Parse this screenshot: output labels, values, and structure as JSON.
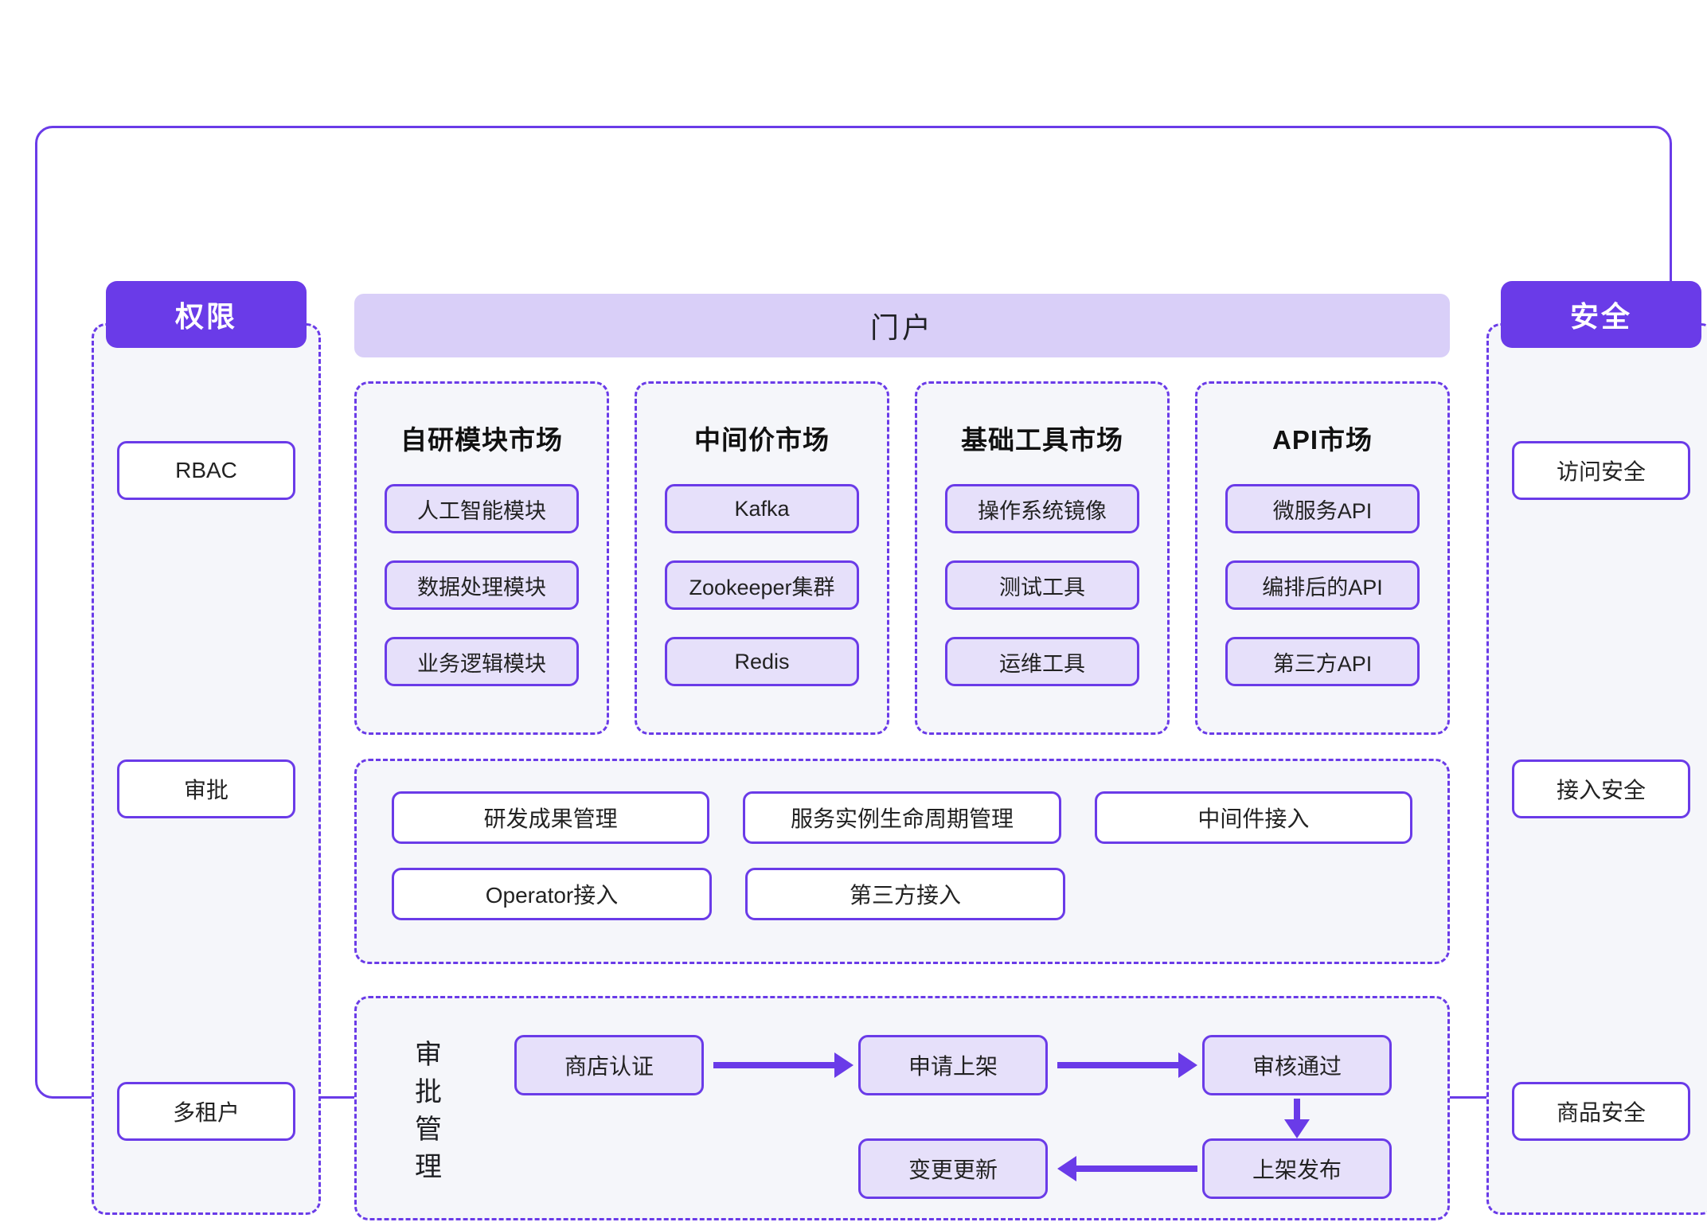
{
  "diagram": {
    "accent_color": "#6A3BE8",
    "portal_bar_color": "#D9CFF8",
    "chip_fill_color": "#E6E0FA",
    "panel_fill_color": "#F5F6FA"
  },
  "portal": {
    "title": "门户"
  },
  "permission_column": {
    "header": "权限",
    "items": [
      {
        "label": "RBAC"
      },
      {
        "label": "审批"
      },
      {
        "label": "多租户"
      }
    ]
  },
  "security_column": {
    "header": "安全",
    "items": [
      {
        "label": "访问安全"
      },
      {
        "label": "接入安全"
      },
      {
        "label": "商品安全"
      }
    ]
  },
  "markets": [
    {
      "title": "自研模块市场",
      "items": [
        "人工智能模块",
        "数据处理模块",
        "业务逻辑模块"
      ]
    },
    {
      "title": "中间价市场",
      "items": [
        "Kafka",
        "Zookeeper集群",
        "Redis"
      ]
    },
    {
      "title": "基础工具市场",
      "items": [
        "操作系统镜像",
        "测试工具",
        "运维工具"
      ]
    },
    {
      "title": "API市场",
      "items": [
        "微服务API",
        "编排后的API",
        "第三方API"
      ]
    }
  ],
  "capabilities": {
    "row1": [
      "研发成果管理",
      "服务实例生命周期管理",
      "中间件接入"
    ],
    "row2": [
      "Operator接入",
      "第三方接入"
    ]
  },
  "approval_flow": {
    "label_chars": [
      "审",
      "批",
      "管",
      "理"
    ],
    "nodes": {
      "auth": "商店认证",
      "apply": "申请上架",
      "pass": "审核通过",
      "publish": "上架发布",
      "update": "变更更新"
    }
  }
}
